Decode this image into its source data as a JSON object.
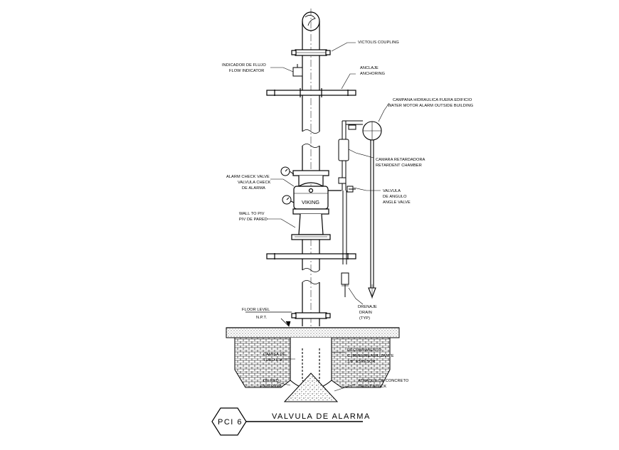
{
  "labels": {
    "victaulic": "VICTOLIS COUPLING",
    "flow_es": "INDICADOR DE FLUJO",
    "flow_en": "FLOW INDICATOR",
    "anchor_es": "ANCLAJE",
    "anchor_en": "ANCHORING",
    "motor_es": "CAMPANA HIDRAULICA FUERA EDIFICIO",
    "motor_en": "WATER MOTOR ALARM OUTSIDE BUILDING",
    "retard_es": "CAMARA RETARDADORA",
    "retard_en": "RETARDENT CHAMBER",
    "check_en": "ALARM CHECK VALVE",
    "check_es1": "VALVULA CHECK",
    "check_es2": "DE ALARMA",
    "angle_es1": "VALVULA",
    "angle_es2": "DE ANGULO",
    "angle_en": "ANGLE VALVE",
    "piv_en": "WALL TO PIV",
    "piv_es": "PIV DE PARED",
    "drain_es": "DRENAJE",
    "drain_en": "DRAIN",
    "drain_typ": "(TYP)",
    "floor": "FLOOR LEVEL",
    "npt": "N.P.T.",
    "camisa1": "CAMISA DE",
    "camisa2": "TUBO 8\"ø",
    "recub1": "RECUBRIMIENTO",
    "recub2": "C.IMPERMEABILIZANTE",
    "recub3": "1/8\" ESPESOR",
    "red1": "DE RED",
    "red2": "EXTERIOR",
    "thrust_es": "ATRAQUE DE CONCRETO",
    "thrust_en": "TRUST BLOCK",
    "viking": "VIKING"
  },
  "title_block": {
    "code": "PCI 6",
    "title": "VALVULA DE ALARMA"
  }
}
